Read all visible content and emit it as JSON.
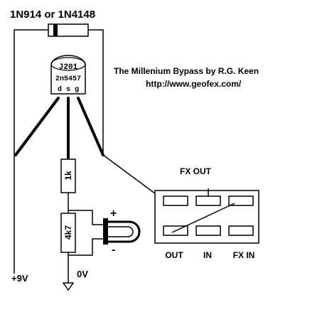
{
  "diagram": {
    "diode_label": "1N914 or 1N4148",
    "title": "The Millenium Bypass by R.G. Keen",
    "url": "http://www.geofex.com/",
    "jfet": {
      "part": "J201",
      "alt_part": "2n5457",
      "pins": "d s g"
    },
    "resistor_1": "1k",
    "resistor_2": "4k7",
    "led_plus": "+",
    "led_minus": "-",
    "supply_label": "+9V",
    "ground_label": "0V",
    "switch": {
      "fx_out": "FX OUT",
      "out": "OUT",
      "in": "IN",
      "fx_in": "FX IN"
    }
  }
}
